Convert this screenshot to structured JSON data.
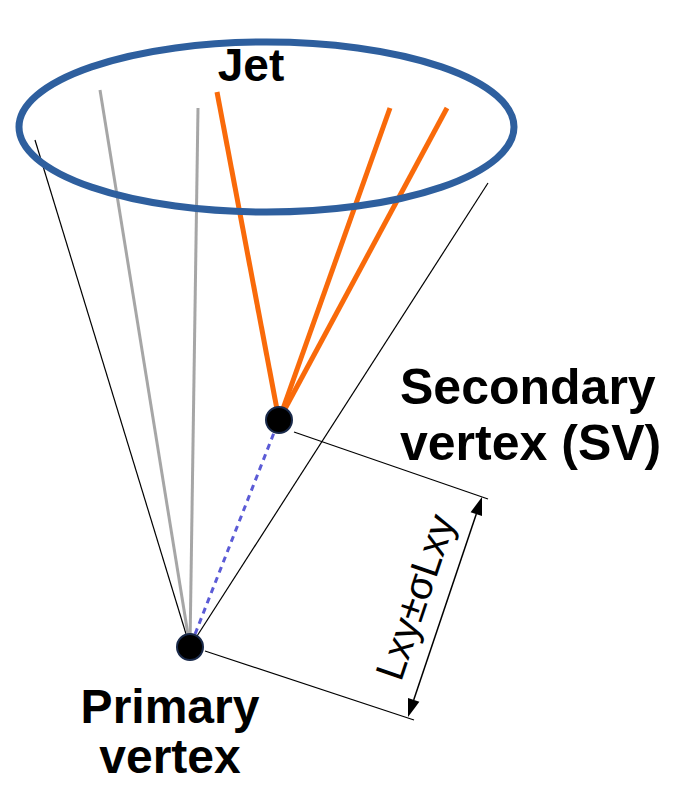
{
  "diagram": {
    "nodes": [
      {
        "text": [
          "Jet"
        ]
      },
      {
        "text": [
          "Secondary vertex (SV)"
        ]
      },
      {
        "text": [
          "Primary vertex"
        ]
      }
    ],
    "edges": [
      {
        "from": 2,
        "to": 1,
        "arrow": "none"
      }
    ],
    "labels": [
      "Lxy±σLxy"
    ]
  }
}
